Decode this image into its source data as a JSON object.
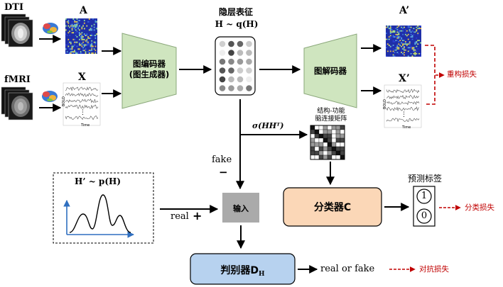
{
  "inputs": {
    "dti_label": "DTI",
    "fmri_label": "fMRI",
    "adj_label": "A",
    "feat_label": "X"
  },
  "encoder": {
    "line1": "图编码器",
    "line2": "(图生成器)"
  },
  "latent": {
    "title": "隐层表征",
    "formula": "H ~ q(H)"
  },
  "decoder": {
    "label": "图解码器"
  },
  "outputs": {
    "adj_label": "A’",
    "feat_label": "X’"
  },
  "recon_loss": "重构损失",
  "sigma": "σ(HHᵀ)",
  "conn_matrix": {
    "line1": "结构-功能",
    "line2": "脑连接矩阵"
  },
  "fake": {
    "label": "fake",
    "sign": "−"
  },
  "prior": {
    "formula": "H’ ~ p(H)"
  },
  "real": {
    "label": "real",
    "sign": "+"
  },
  "input_box": "输入",
  "classifier": "分类器C",
  "predict": {
    "title": "预测标签",
    "top": "1",
    "bottom": "0"
  },
  "class_loss": "分类损失",
  "discriminator": {
    "label": "判别器D",
    "sub": "H"
  },
  "real_or_fake": "real or fake",
  "adv_loss": "对抗损失",
  "signal_axes": {
    "y": "BOLD",
    "x": "Time",
    "dots": "⋮"
  },
  "colors": {
    "encoder_fill": "#cfe5bf",
    "classifier_fill": "#fbd7b7",
    "discriminator_fill": "#b7d2ef",
    "input_fill": "#aaaaaa",
    "loss_red": "#c00000",
    "prior_curve": "#000000",
    "axis_blue": "#2f6fc0",
    "matrix_blue": "#1f2fa8"
  }
}
